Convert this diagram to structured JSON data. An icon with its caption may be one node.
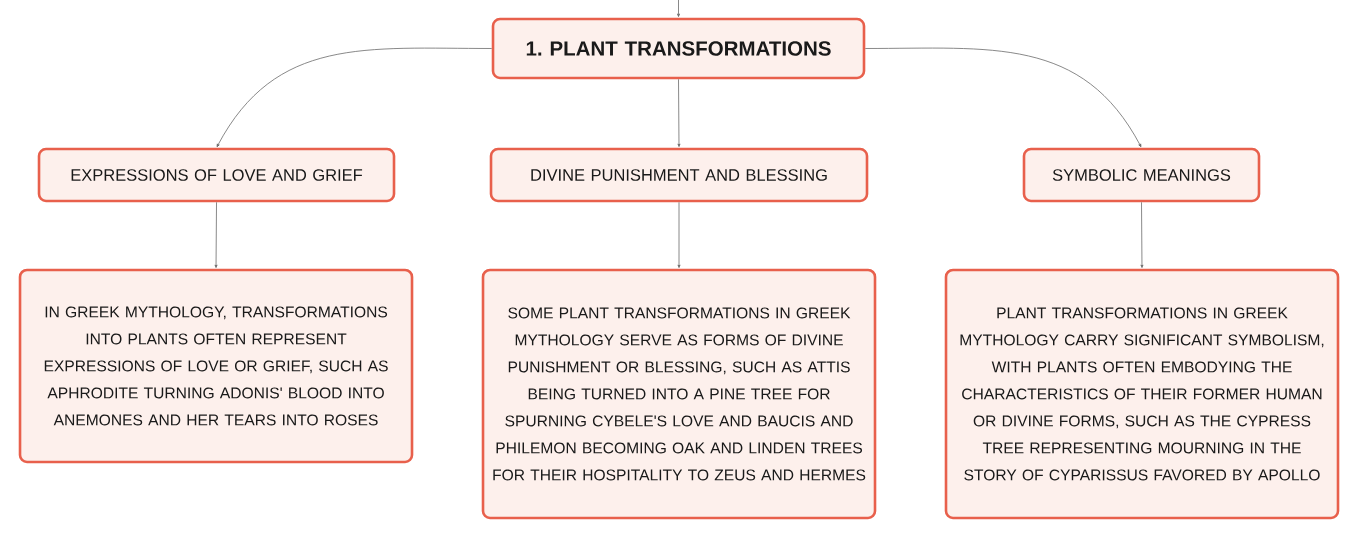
{
  "diagram": {
    "nodes": [
      {
        "text": [
          "1. PLANT TRANSFORMATIONS"
        ]
      },
      {
        "text": [
          "EXPRESSIONS OF LOVE AND GRIEF"
        ]
      },
      {
        "text": [
          "DIVINE PUNISHMENT AND BLESSING"
        ]
      },
      {
        "text": [
          "SYMBOLIC MEANINGS"
        ]
      },
      {
        "text": [
          "IN GREEK MYTHOLOGY, TRANSFORMATIONS INTO PLANTS OFTEN REPRESENT EXPRESSIONS OF LOVE OR GRIEF, SUCH AS APHRODITE TURNING ADONIS' BLOOD INTO ANEMONES AND HER TEARS INTO ROSES"
        ]
      },
      {
        "text": [
          "SOME PLANT TRANSFORMATIONS IN GREEK MYTHOLOGY SERVE AS FORMS OF DIVINE PUNISHMENT OR BLESSING, SUCH AS ATTIS BEING TURNED INTO A PINE TREE FOR SPURNING CYBELE'S LOVE AND BAUCIS AND PHILEMON BECOMING OAK AND LINDEN TREES FOR THEIR HOSPITALITY TO ZEUS AND HERMES"
        ]
      },
      {
        "text": [
          "PLANT TRANSFORMATIONS IN GREEK MYTHOLOGY CARRY SIGNIFICANT SYMBOLISM, WITH PLANTS OFTEN EMBODYING THE CHARACTERISTICS OF THEIR FORMER HUMAN OR DIVINE FORMS, SUCH AS THE CYPRESS TREE REPRESENTING MOURNING IN THE STORY OF CYPARISSUS FAVORED BY APOLLO"
        ]
      }
    ],
    "edges": [
      {
        "from": null,
        "to": 0,
        "arrow": "to"
      },
      {
        "from": 0,
        "to": 1,
        "arrow": "to"
      },
      {
        "from": 0,
        "to": 2,
        "arrow": "to"
      },
      {
        "from": 0,
        "to": 3,
        "arrow": "to"
      },
      {
        "from": 1,
        "to": 4,
        "arrow": "to"
      },
      {
        "from": 2,
        "to": 5,
        "arrow": "to"
      },
      {
        "from": 3,
        "to": 6,
        "arrow": "to"
      }
    ]
  }
}
